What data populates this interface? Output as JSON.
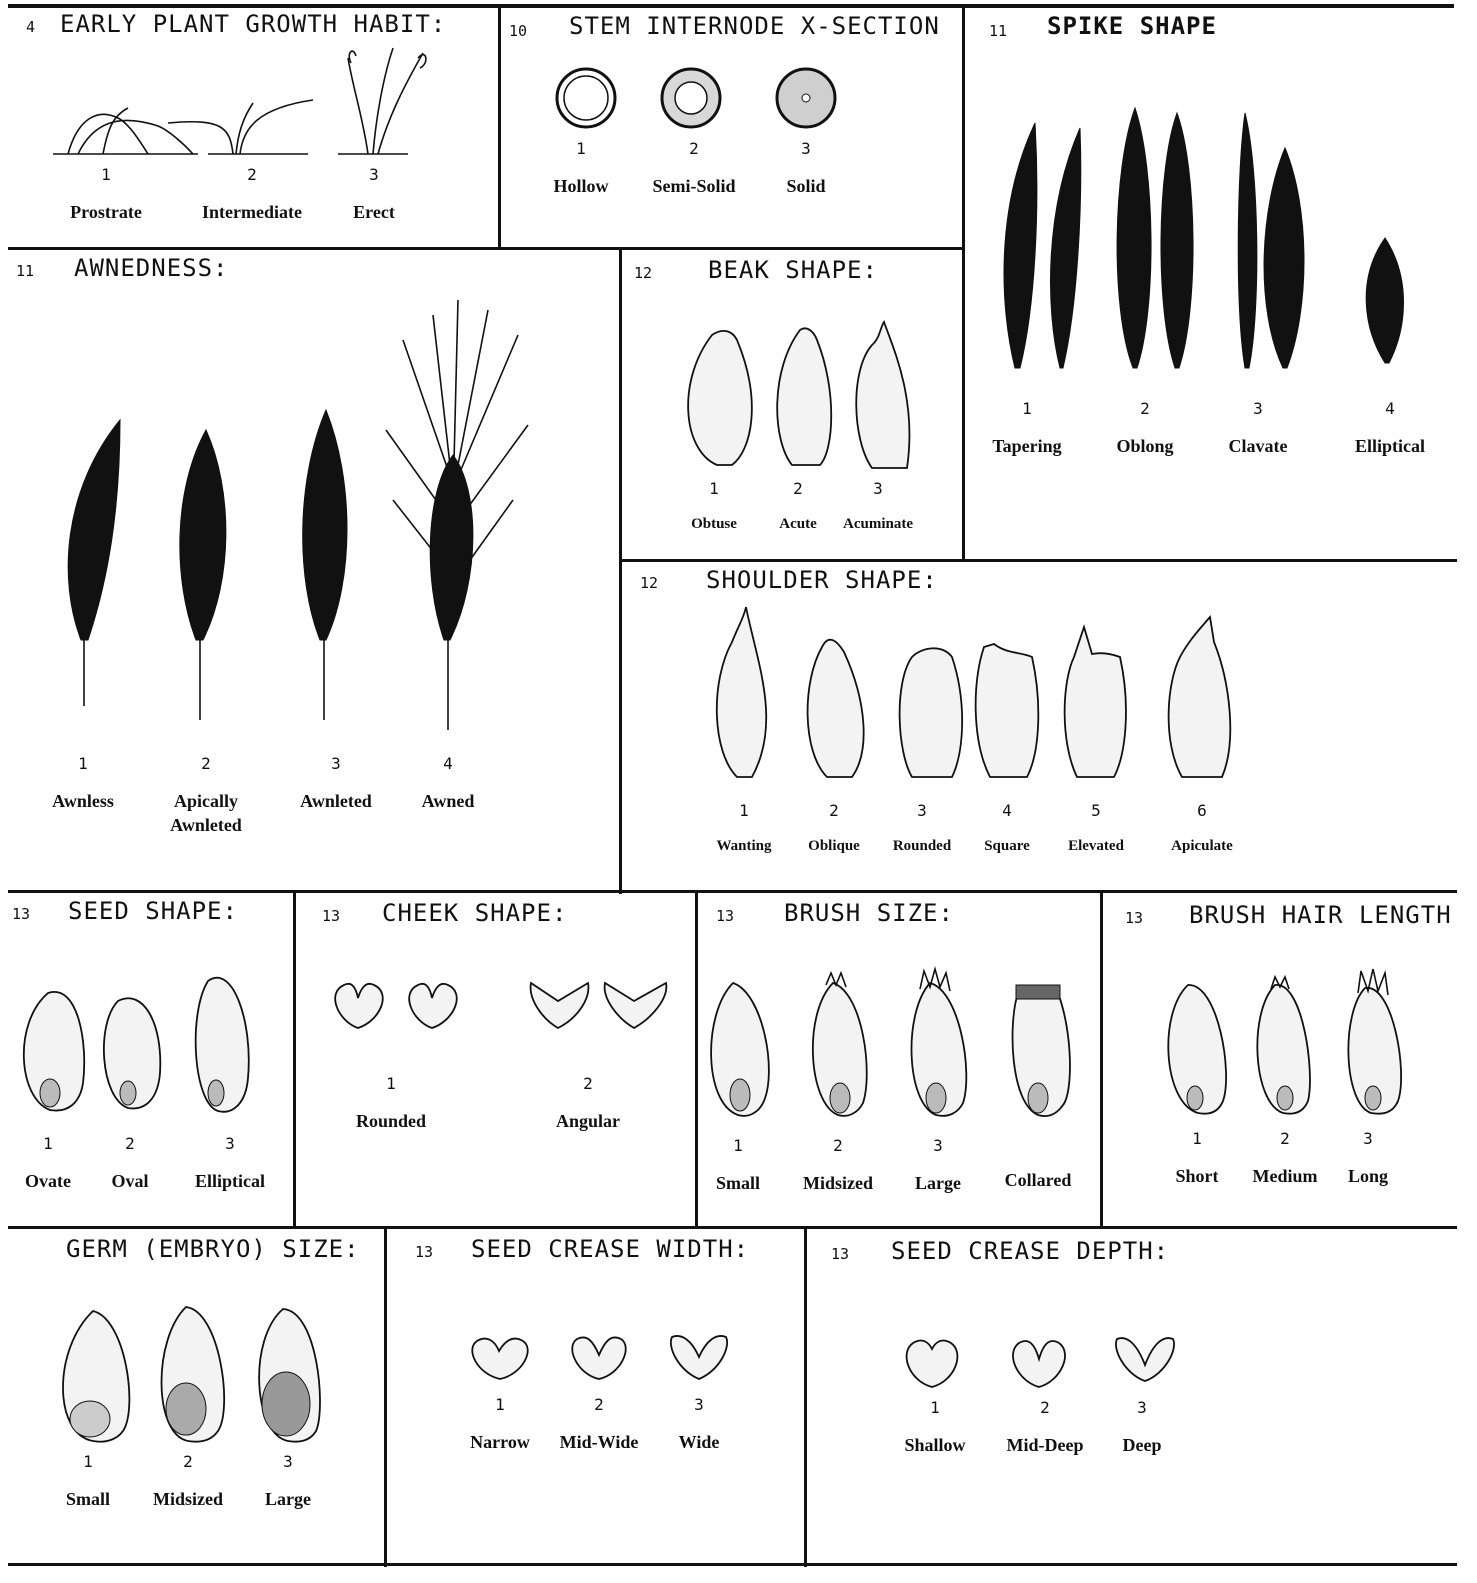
{
  "panels": {
    "growth": {
      "num": "4",
      "title": "EARLY PLANT GROWTH HABIT:",
      "items": [
        {
          "n": "1",
          "label": "Prostrate"
        },
        {
          "n": "2",
          "label": "Intermediate"
        },
        {
          "n": "3",
          "label": "Erect"
        }
      ]
    },
    "stem": {
      "num": "10",
      "title": "STEM INTERNODE X-SECTION",
      "items": [
        {
          "n": "1",
          "label": "Hollow"
        },
        {
          "n": "2",
          "label": "Semi-Solid"
        },
        {
          "n": "3",
          "label": "Solid"
        }
      ]
    },
    "spike": {
      "num": "11",
      "title": "SPIKE SHAPE",
      "items": [
        {
          "n": "1",
          "label": "Tapering"
        },
        {
          "n": "2",
          "label": "Oblong"
        },
        {
          "n": "3",
          "label": "Clavate"
        },
        {
          "n": "4",
          "label": "Elliptical"
        }
      ]
    },
    "awn": {
      "num": "11",
      "title": "AWNEDNESS:",
      "items": [
        {
          "n": "1",
          "label": "Awnless"
        },
        {
          "n": "2",
          "label": "Apically Awnleted"
        },
        {
          "n": "3",
          "label": "Awnleted"
        },
        {
          "n": "4",
          "label": "Awned"
        }
      ]
    },
    "beak": {
      "num": "12",
      "title": "BEAK SHAPE:",
      "items": [
        {
          "n": "1",
          "label": "Obtuse"
        },
        {
          "n": "2",
          "label": "Acute"
        },
        {
          "n": "3",
          "label": "Acuminate"
        }
      ]
    },
    "shoulder": {
      "num": "12",
      "title": "SHOULDER SHAPE:",
      "items": [
        {
          "n": "1",
          "label": "Wanting"
        },
        {
          "n": "2",
          "label": "Oblique"
        },
        {
          "n": "3",
          "label": "Rounded"
        },
        {
          "n": "4",
          "label": "Square"
        },
        {
          "n": "5",
          "label": "Elevated"
        },
        {
          "n": "6",
          "label": "Apiculate"
        }
      ]
    },
    "seed": {
      "num": "13",
      "title": "SEED SHAPE:",
      "items": [
        {
          "n": "1",
          "label": "Ovate"
        },
        {
          "n": "2",
          "label": "Oval"
        },
        {
          "n": "3",
          "label": "Elliptical"
        }
      ]
    },
    "cheek": {
      "num": "13",
      "title": "CHEEK SHAPE:",
      "items": [
        {
          "n": "1",
          "label": "Rounded"
        },
        {
          "n": "2",
          "label": "Angular"
        }
      ]
    },
    "brush": {
      "num": "13",
      "title": "BRUSH SIZE:",
      "items": [
        {
          "n": "1",
          "label": "Small"
        },
        {
          "n": "2",
          "label": "Midsized"
        },
        {
          "n": "3",
          "label": "Large"
        },
        {
          "n": "",
          "label": "Collared"
        }
      ]
    },
    "hair": {
      "num": "13",
      "title": "BRUSH HAIR LENGTH",
      "items": [
        {
          "n": "1",
          "label": "Short"
        },
        {
          "n": "2",
          "label": "Medium"
        },
        {
          "n": "3",
          "label": "Long"
        }
      ]
    },
    "germ": {
      "num": "",
      "title": "GERM (EMBRYO) SIZE:",
      "items": [
        {
          "n": "1",
          "label": "Small"
        },
        {
          "n": "2",
          "label": "Midsized"
        },
        {
          "n": "3",
          "label": "Large"
        }
      ]
    },
    "cwidth": {
      "num": "13",
      "title": "SEED CREASE WIDTH:",
      "items": [
        {
          "n": "1",
          "label": "Narrow"
        },
        {
          "n": "2",
          "label": "Mid-Wide"
        },
        {
          "n": "3",
          "label": "Wide"
        }
      ]
    },
    "cdepth": {
      "num": "13",
      "title": "SEED CREASE DEPTH:",
      "items": [
        {
          "n": "1",
          "label": "Shallow"
        },
        {
          "n": "2",
          "label": "Mid-Deep"
        },
        {
          "n": "3",
          "label": "Deep"
        }
      ]
    }
  }
}
